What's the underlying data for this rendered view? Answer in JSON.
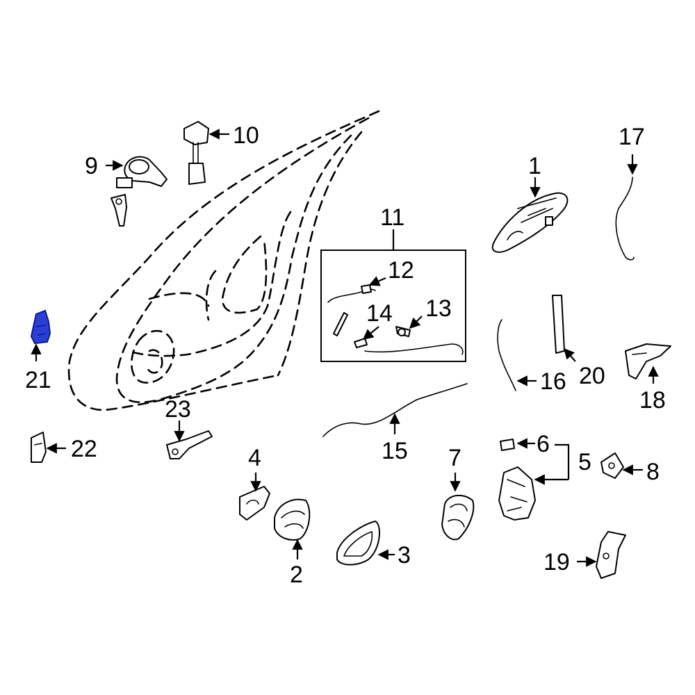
{
  "diagram": {
    "callouts": {
      "c1": "1",
      "c2": "2",
      "c3": "3",
      "c4": "4",
      "c5": "5",
      "c6": "6",
      "c7": "7",
      "c8": "8",
      "c9": "9",
      "c10": "10",
      "c11": "11",
      "c12": "12",
      "c13": "13",
      "c14": "14",
      "c15": "15",
      "c16": "16",
      "c17": "17",
      "c18": "18",
      "c19": "19",
      "c20": "20",
      "c21": "21",
      "c22": "22",
      "c23": "23"
    },
    "colors": {
      "line": "#000000",
      "background": "#ffffff",
      "highlight_fill": "#2b3fd6",
      "highlight_stroke": "#0a1a8c"
    },
    "highlighted_part": "21"
  }
}
